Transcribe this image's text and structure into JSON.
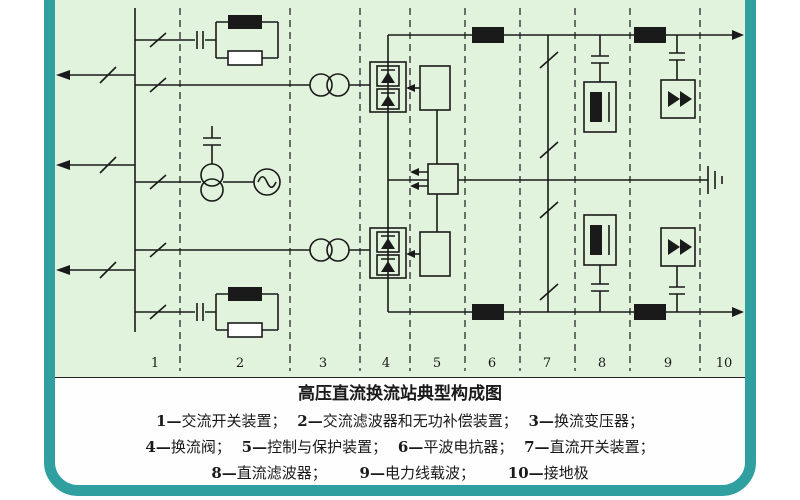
{
  "title": "高压直流换流站典型构成图",
  "zones": {
    "labels": [
      "1",
      "2",
      "3",
      "4",
      "5",
      "6",
      "7",
      "8",
      "9",
      "10"
    ]
  },
  "legend": {
    "rows": [
      [
        {
          "num": "1—",
          "term": "交流开关装置；"
        },
        {
          "num": "2—",
          "term": "交流滤波器和无功补偿装置；"
        },
        {
          "num": "3—",
          "term": "换流变压器；"
        }
      ],
      [
        {
          "num": "4—",
          "term": "换流阀；"
        },
        {
          "num": "5—",
          "term": "控制与保护装置；"
        },
        {
          "num": "6—",
          "term": "平波电抗器；"
        },
        {
          "num": "7—",
          "term": "直流开关装置；"
        }
      ],
      [
        {
          "num": "8—",
          "term": "直流滤波器；"
        },
        {
          "num": "9—",
          "term": "电力线载波；"
        },
        {
          "num": "10—",
          "term": "接地极"
        }
      ]
    ]
  },
  "colors": {
    "frame_teal": "#2f9f9f",
    "diagram_green": "#e1f3dc",
    "ink": "#1a1a1a"
  }
}
